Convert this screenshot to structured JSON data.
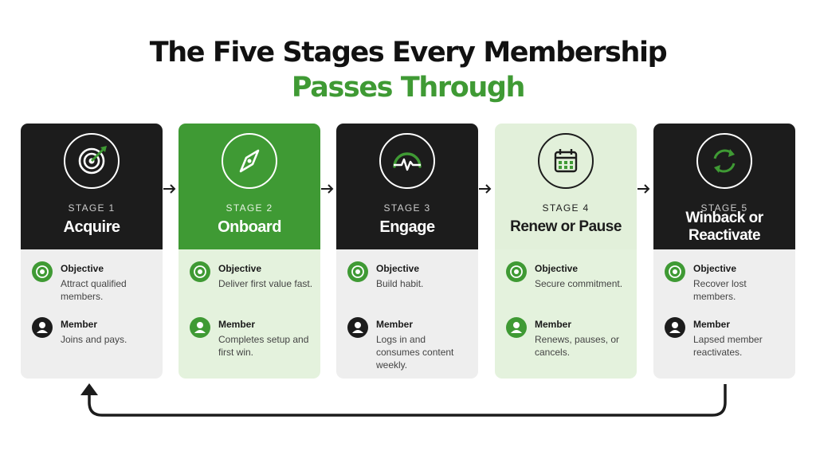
{
  "title": {
    "line1": "The Five Stages Every Membership",
    "line2": "Passes Through"
  },
  "colors": {
    "dark": "#1c1c1c",
    "green": "#3f9a34",
    "light_green": "#e2f0da",
    "light_body": "#eeeeee",
    "green_body": "#e4f2dd"
  },
  "objective_label": "Objective",
  "member_label": "Member",
  "stages": [
    {
      "label": "STAGE 1",
      "name": "Acquire",
      "icon": "target-icon",
      "objective": "Attract qualified members.",
      "member": "Joins and pays."
    },
    {
      "label": "STAGE 2",
      "name": "Onboard",
      "icon": "compass-icon",
      "objective": "Deliver first value fast.",
      "member": "Completes setup and first win."
    },
    {
      "label": "STAGE 3",
      "name": "Engage",
      "icon": "pulse-gauge-icon",
      "objective": "Build habit.",
      "member": "Logs in and consumes content weekly."
    },
    {
      "label": "STAGE 4",
      "name": "Renew or Pause",
      "icon": "calendar-icon",
      "objective": "Secure commitment.",
      "member": "Renews, pauses, or cancels."
    },
    {
      "label": "STAGE 5",
      "name": "Winback or Reactivate",
      "icon": "cycle-arrows-icon",
      "objective": "Recover lost members.",
      "member": "Lapsed member reactivates."
    }
  ]
}
